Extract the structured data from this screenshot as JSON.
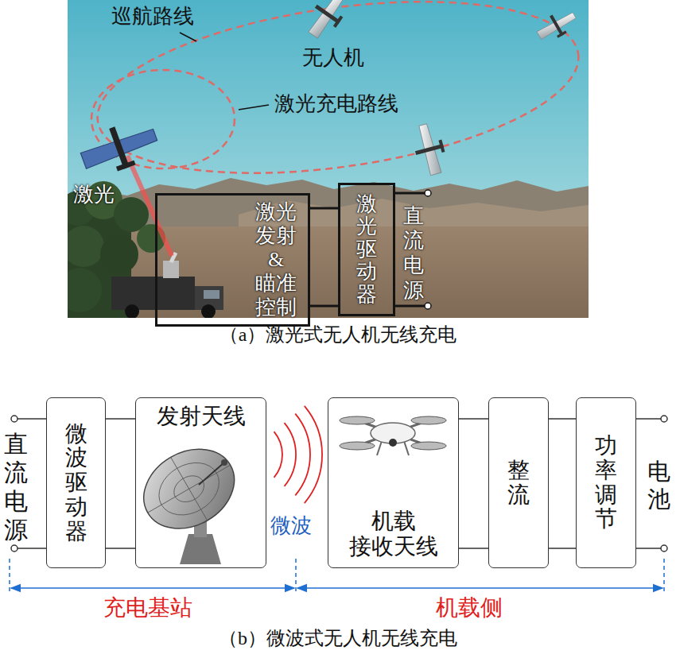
{
  "diagram": {
    "nodes": [
      {
        "text": [
          "激光 发射& 瞄准 控制"
        ]
      },
      {
        "text": [
          "激光驱动器"
        ]
      },
      {
        "text": [
          "微波驱动器"
        ]
      },
      {
        "text": [
          "发射天线"
        ]
      },
      {
        "text": [
          "机载 接收天线"
        ]
      },
      {
        "text": [
          "整流"
        ]
      },
      {
        "text": [
          "功率调节"
        ]
      }
    ],
    "edges": [
      {
        "from": 0,
        "to": 1,
        "arrow": "none"
      },
      {
        "from": 0,
        "to": 1,
        "arrow": "none"
      },
      {
        "from": 2,
        "to": 3,
        "arrow": "none"
      },
      {
        "from": 2,
        "to": 3,
        "arrow": "none"
      },
      {
        "from": 4,
        "to": 5,
        "arrow": "none"
      },
      {
        "from": 4,
        "to": 5,
        "arrow": "none"
      },
      {
        "from": 5,
        "to": 6,
        "arrow": "none"
      },
      {
        "from": 5,
        "to": 6,
        "arrow": "none"
      }
    ],
    "labels": [
      "巡航路线",
      "无人机",
      "激光充电路线",
      "激光",
      "直流电源",
      "（a）激光式无人机无线充电",
      "直流电源",
      "微波",
      "电池",
      "充电基站",
      "机载侧",
      "（b）微波式无人机无线充电"
    ]
  }
}
